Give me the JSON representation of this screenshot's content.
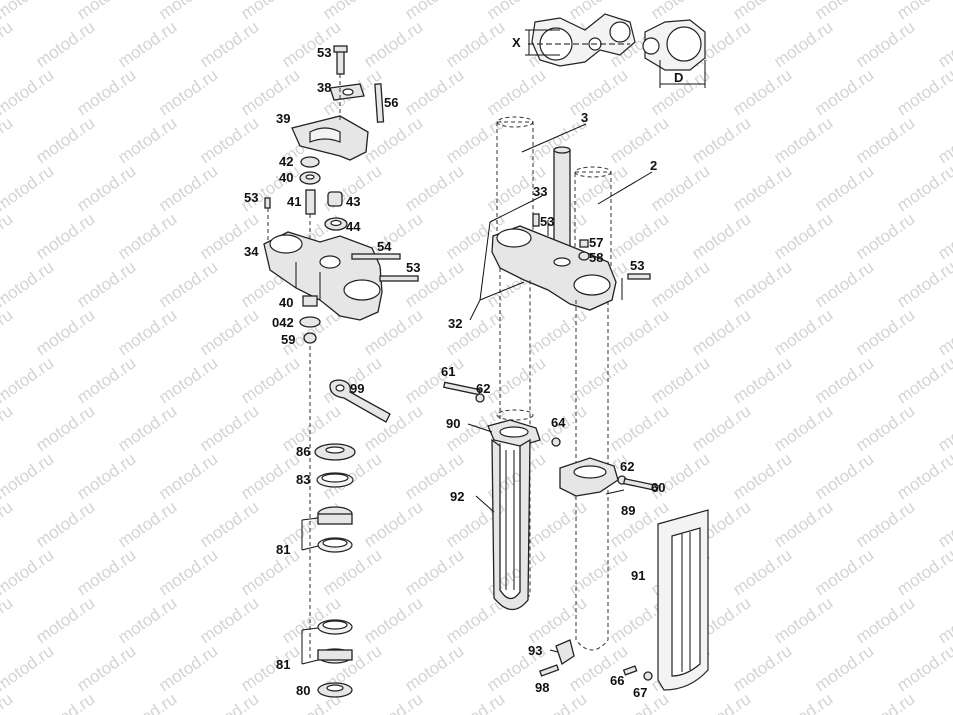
{
  "watermark": {
    "text": "motod.ru",
    "color": "#d4d4d4"
  },
  "dimensions": {
    "x_label": "X",
    "d_label": "D"
  },
  "part_labels": {
    "p53": "53",
    "p38": "38",
    "p56": "56",
    "p39": "39",
    "p42": "42",
    "p40": "40",
    "p41": "41",
    "p43": "43",
    "p44": "44",
    "p34": "34",
    "p54": "54",
    "p042": "042",
    "p59": "59",
    "p99": "99",
    "p86": "86",
    "p83": "83",
    "p81": "81",
    "p80": "80",
    "p3": "3",
    "p2": "2",
    "p33": "33",
    "p57": "57",
    "p58": "58",
    "p32": "32",
    "p61": "61",
    "p62": "62",
    "p64": "64",
    "p90": "90",
    "p92": "92",
    "p60": "60",
    "p89": "89",
    "p91": "91",
    "p93": "93",
    "p98": "98",
    "p66": "66",
    "p67": "67"
  }
}
